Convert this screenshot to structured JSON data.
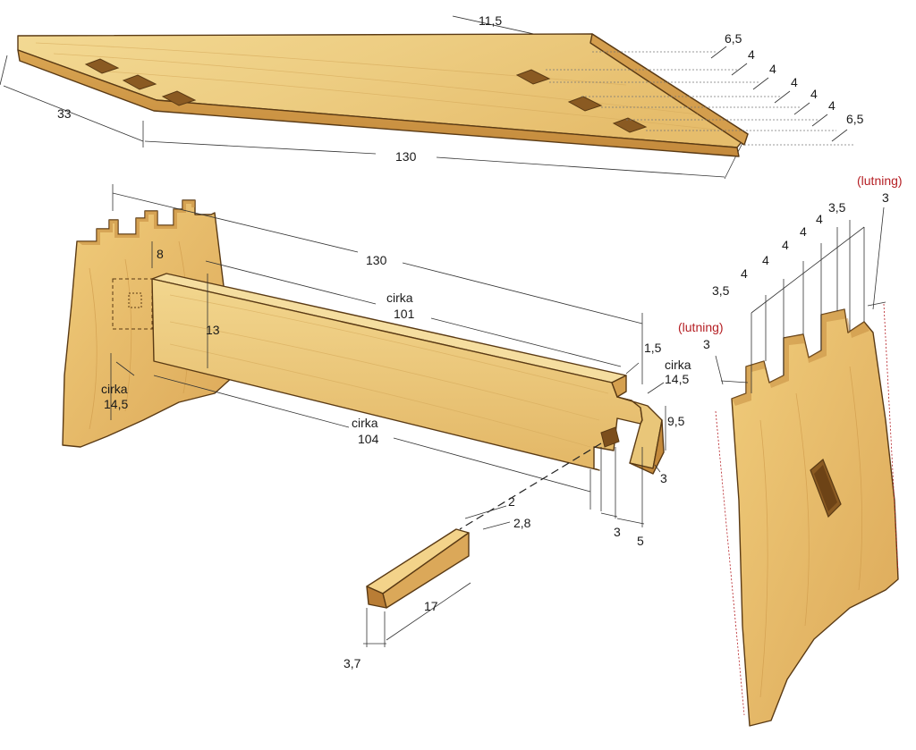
{
  "colors": {
    "wood_light": "#efcf86",
    "wood_mid": "#e2b665",
    "wood_dark": "#c99446",
    "edge": "#5a3a14",
    "accent_red": "#b51f24",
    "line": "#333333"
  },
  "top_board": {
    "length": "130",
    "width": "33",
    "edge_offset": "11,5",
    "mortise_spacing": [
      "6,5",
      "4",
      "4",
      "4",
      "4",
      "4",
      "6,5"
    ]
  },
  "stretcher": {
    "overall_length": "130",
    "shoulder_length_label": "cirka",
    "shoulder_length": "101",
    "total_length_label": "cirka",
    "total_length": "104",
    "height": "13",
    "tenon_step": "1,5",
    "tenon_height_label": "cirka",
    "tenon_height": "14,5",
    "tenon_depth": "9,5",
    "tenon_gap": "3",
    "slot_width": "3",
    "slot_offset": "5"
  },
  "left_leg": {
    "notch_depth": "8",
    "height_label": "cirka",
    "height": "14,5"
  },
  "wedge": {
    "thickness": "2",
    "width": "2,8",
    "length": "17",
    "depth": "3,7"
  },
  "right_leg": {
    "slope_label_top": "(lutning)",
    "slope_value_top": "3",
    "slope_label_left": "(lutning)",
    "slope_value_left": "3",
    "finger_widths": [
      "3,5",
      "4",
      "4",
      "4",
      "4",
      "4",
      "3,5"
    ]
  }
}
